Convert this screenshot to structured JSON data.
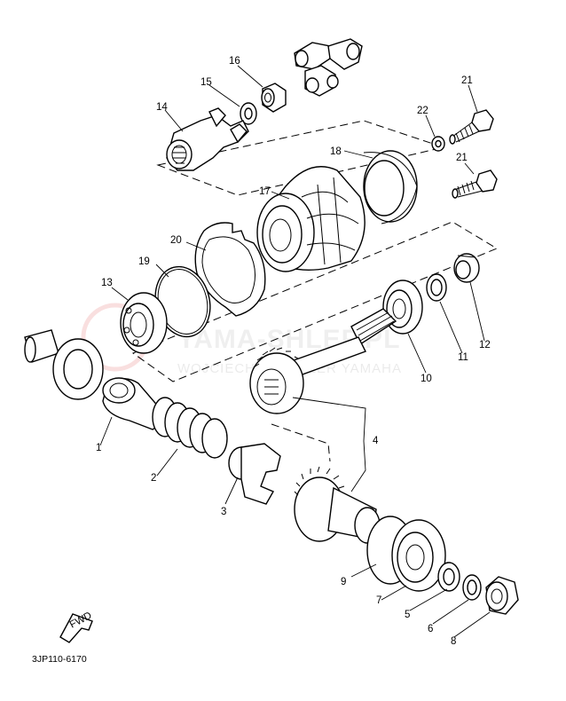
{
  "diagram": {
    "code": "3JP110-6170",
    "fwd_label": "FWD",
    "watermark_main": "YAMA-SHLEP.PL",
    "watermark_sub": "WOJCIECH ... DEALER YAMAHA",
    "callouts": [
      "1",
      "2",
      "3",
      "4",
      "5",
      "6",
      "7",
      "8",
      "9",
      "10",
      "11",
      "12",
      "13",
      "14",
      "15",
      "16",
      "17",
      "18",
      "19",
      "20",
      "21",
      "21",
      "22"
    ]
  }
}
